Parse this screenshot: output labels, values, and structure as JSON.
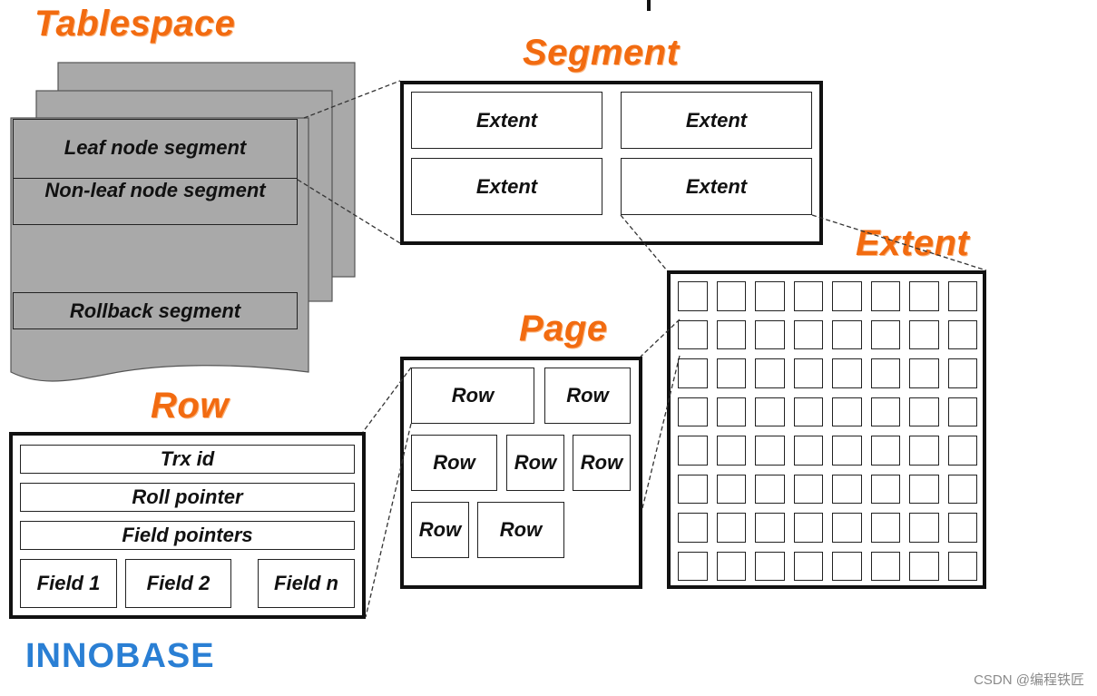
{
  "headings": {
    "tablespace": "Tablespace",
    "segment": "Segment",
    "extent": "Extent",
    "page": "Page",
    "row": "Row"
  },
  "tablespace": {
    "leaf_segment": "Leaf node segment",
    "nonleaf_segment": "Non-leaf node segment",
    "rollback_segment": "Rollback segment"
  },
  "segment": {
    "extents": [
      "Extent",
      "Extent",
      "Extent",
      "Extent"
    ]
  },
  "extent": {
    "rows": 8,
    "cols": 8
  },
  "page": {
    "rows": [
      "Row",
      "Row",
      "Row",
      "Row",
      "Row",
      "Row",
      "Row"
    ]
  },
  "row": {
    "trx_id": "Trx id",
    "roll_pointer": "Roll pointer",
    "field_pointers": "Field pointers",
    "fields": [
      "Field 1",
      "Field 2",
      "Field n"
    ]
  },
  "logo": "INNOBASE",
  "watermark": "CSDN @编程铁匠",
  "colors": {
    "heading": "#f26b10",
    "logo": "#2a7fd4",
    "tablespace_fill": "#a9a9a9"
  }
}
